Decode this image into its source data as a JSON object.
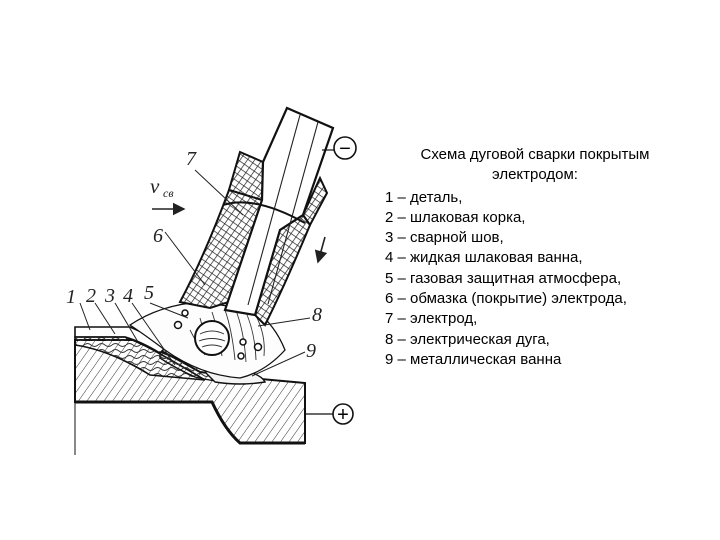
{
  "legend": {
    "title_line1": "Схема дуговой сварки покрытым",
    "title_line2": "электродом:",
    "items": [
      "1 – деталь,",
      "2 – шлаковая корка,",
      "3 – сварной шов,",
      "4 – жидкая шлаковая ванна,",
      "5 – газовая защитная атмосфера,",
      "6 – обмазка (покрытие) электрода,",
      "7 – электрод,",
      "8 – электрическая дуга,",
      "9 – металлическая ванна"
    ]
  },
  "diagram": {
    "callouts": {
      "n1": "1",
      "n2": "2",
      "n3": "3",
      "n4": "4",
      "n5": "5",
      "n6": "6",
      "n7": "7",
      "n8": "8",
      "n9": "9"
    },
    "velocity_symbol": "v",
    "velocity_subscript": "св",
    "minus_sign": "−",
    "plus_sign": "+"
  }
}
